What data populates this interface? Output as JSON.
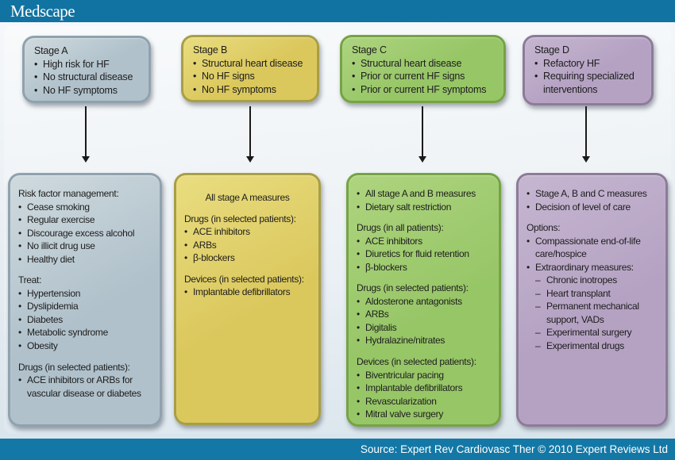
{
  "colors": {
    "header_bar": "#1173a1",
    "footer_bar": "#1478a6",
    "arrow": "#1a1a1a",
    "text": "#1d1d1d"
  },
  "header": {
    "logo": "Medscape"
  },
  "footer": {
    "source": "Source: Expert Rev Cardiovasc Ther © 2010 Expert Reviews Ltd"
  },
  "stages": [
    {
      "title": "Stage A",
      "criteria": [
        "High risk for HF",
        "No structural disease",
        "No HF symptoms"
      ],
      "measures": [
        {
          "heading": "Risk factor management:",
          "items": [
            "Cease smoking",
            "Regular exercise",
            "Discourage excess alcohol",
            "No illicit drug use",
            "Healthy diet"
          ]
        },
        {
          "heading": "Treat:",
          "items": [
            "Hypertension",
            "Dyslipidemia",
            "Diabetes",
            "Metabolic syndrome",
            "Obesity"
          ]
        },
        {
          "heading": "Drugs (in selected patients):",
          "items": [
            "ACE inhibitors or ARBs for vascular disease or diabetes"
          ]
        }
      ],
      "colors": {
        "fill": "#b0c1cb",
        "border": "#8fa2ad",
        "light": "#cfdade"
      }
    },
    {
      "title": "Stage B",
      "criteria": [
        "Structural heart disease",
        "No HF signs",
        "No HF symptoms"
      ],
      "measures": [
        {
          "centered": "All stage A measures"
        },
        {
          "heading": "Drugs (in selected patients):",
          "items": [
            "ACE inhibitors",
            "ARBs",
            "β-blockers"
          ]
        },
        {
          "heading": "Devices (in selected patients):",
          "items": [
            "Implantable defibrillators"
          ]
        }
      ],
      "colors": {
        "fill": "#dbc85d",
        "border": "#a89e45",
        "light": "#e9dd80"
      }
    },
    {
      "title": "Stage C",
      "criteria": [
        "Structural heart disease",
        "Prior or current HF signs",
        "Prior or current HF symptoms"
      ],
      "measures": [
        {
          "items": [
            "All stage A and B measures",
            "Dietary salt restriction"
          ]
        },
        {
          "heading": "Drugs (in all patients):",
          "items": [
            "ACE inhibitors",
            "Diuretics for fluid retention",
            "β-blockers"
          ]
        },
        {
          "heading": "Drugs (in selected patients):",
          "items": [
            "Aldosterone antagonists",
            "ARBs",
            "Digitalis",
            "Hydralazine/nitrates"
          ]
        },
        {
          "heading": "Devices (in selected patients):",
          "items": [
            "Biventricular pacing",
            "Implantable defibrillators",
            "Revascularization",
            "Mitral valve surgery"
          ]
        }
      ],
      "colors": {
        "fill": "#97c667",
        "border": "#75a345",
        "light": "#aed47f"
      }
    },
    {
      "title": "Stage D",
      "criteria": [
        "Refactory HF",
        "Requiring specialized interventions"
      ],
      "measures": [
        {
          "items": [
            "Stage A, B and C measures",
            "Decision of level of care"
          ]
        },
        {
          "heading": "Options:",
          "items": [
            "Compassionate end-of-life care/hospice",
            "Extraordinary measures:",
            {
              "text": "Chronic inotropes",
              "dash": true
            },
            {
              "text": "Heart transplant",
              "dash": true
            },
            {
              "text": "Permanent mechanical support, VADs",
              "dash": true
            },
            {
              "text": "Experimental surgery",
              "dash": true
            },
            {
              "text": "Experimental drugs",
              "dash": true
            }
          ]
        }
      ],
      "colors": {
        "fill": "#b5a2c3",
        "border": "#8d7b99",
        "light": "#c6b6d1"
      }
    }
  ]
}
